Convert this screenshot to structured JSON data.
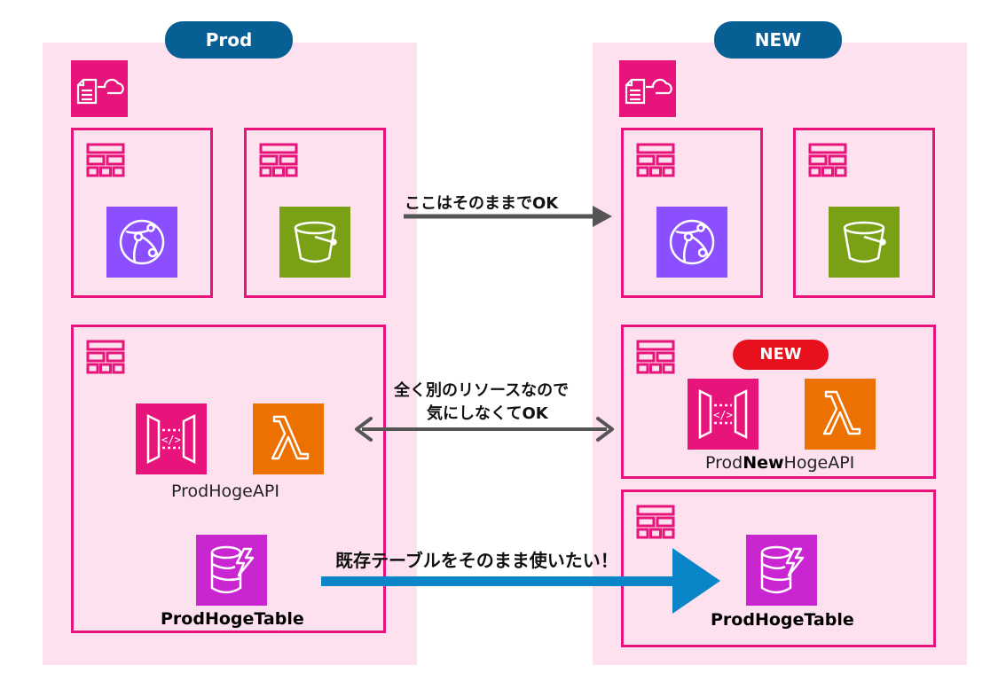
{
  "left": {
    "title": "Prod",
    "api_label": "ProdHogeAPI",
    "table_label": "ProdHogeTable"
  },
  "right": {
    "title": "NEW",
    "badge": "NEW",
    "api_label_prefix": "Prod",
    "api_label_bold": "New",
    "api_label_suffix": "HogeAPI",
    "table_label": "ProdHogeTable"
  },
  "arrows": {
    "top_note": "ここはそのままでOK",
    "middle_note_line1": "全く別のリソースなので",
    "middle_note_line2": "気にしなくてOK",
    "bottom_note": "既存テーブルをそのまま使いたい！"
  },
  "colors": {
    "panel_bg": "#fde1ee",
    "title_pill": "#075f94",
    "stack_border": "#e7157b",
    "cloudfront": "#8c4fff",
    "s3": "#7aa116",
    "api_gateway": "#e7157b",
    "lambda": "#ed7100",
    "dynamodb": "#c925d1",
    "migration_arrow": "#0a86c8",
    "gray_arrow": "#555555",
    "new_badge": "#e8101c"
  },
  "icons": [
    "cloudformation-icon",
    "stack-icon",
    "cloudfront-icon",
    "s3-bucket-icon",
    "api-gateway-icon",
    "lambda-icon",
    "dynamodb-icon"
  ]
}
